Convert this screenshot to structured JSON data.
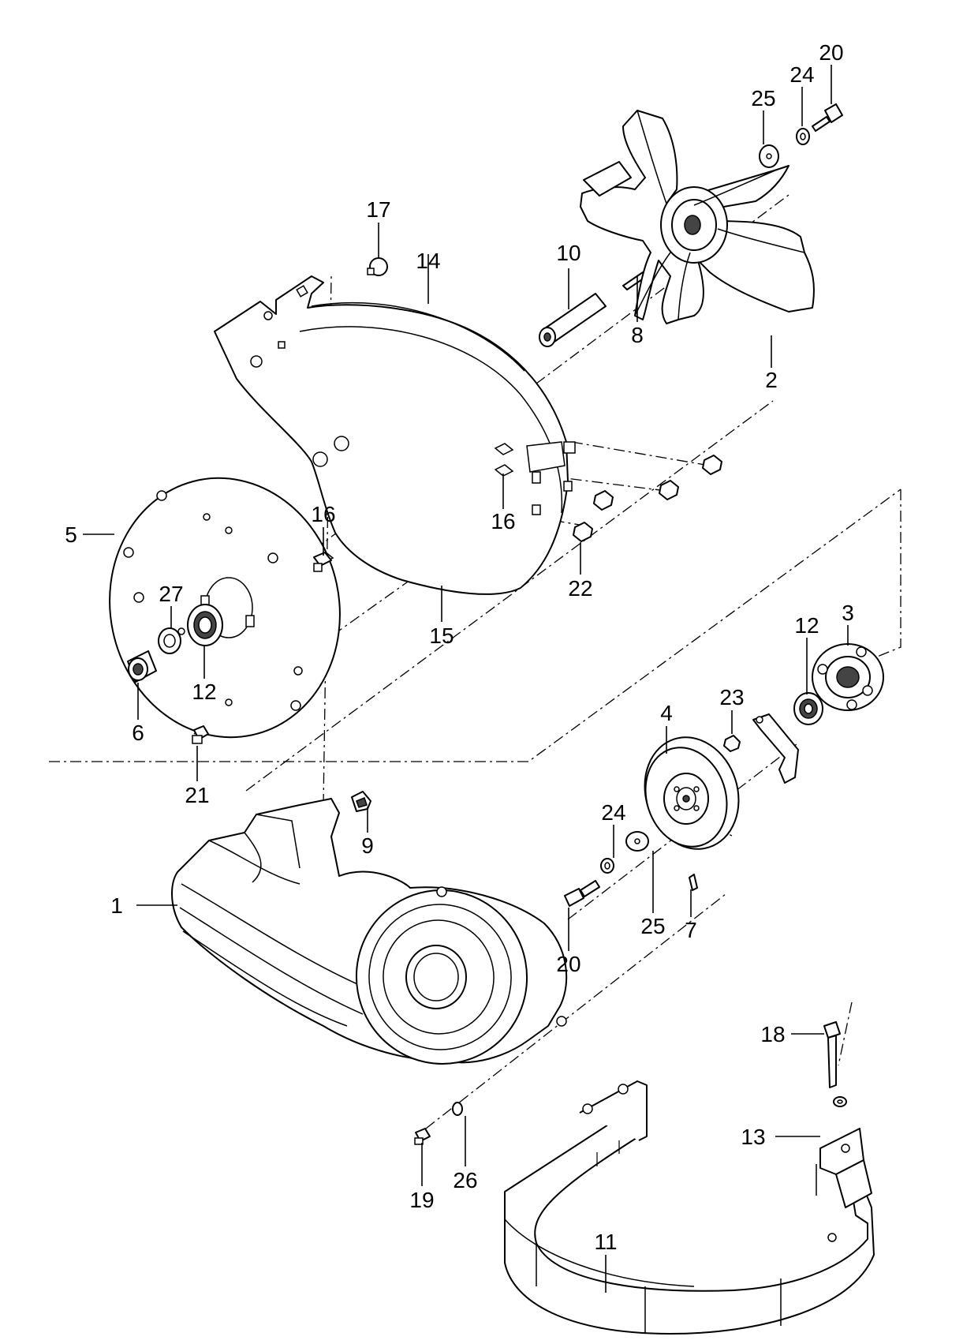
{
  "callouts": [
    {
      "id": "c1",
      "text": "1"
    },
    {
      "id": "c2",
      "text": "2"
    },
    {
      "id": "c3",
      "text": "3"
    },
    {
      "id": "c4",
      "text": "4"
    },
    {
      "id": "c5",
      "text": "5"
    },
    {
      "id": "c6",
      "text": "6"
    },
    {
      "id": "c7",
      "text": "7"
    },
    {
      "id": "c8",
      "text": "8"
    },
    {
      "id": "c9",
      "text": "9"
    },
    {
      "id": "c10",
      "text": "10"
    },
    {
      "id": "c11",
      "text": "11"
    },
    {
      "id": "c12a",
      "text": "12"
    },
    {
      "id": "c12b",
      "text": "12"
    },
    {
      "id": "c13",
      "text": "13"
    },
    {
      "id": "c14",
      "text": "14"
    },
    {
      "id": "c15",
      "text": "15"
    },
    {
      "id": "c16a",
      "text": "16"
    },
    {
      "id": "c16b",
      "text": "16"
    },
    {
      "id": "c17",
      "text": "17"
    },
    {
      "id": "c18",
      "text": "18"
    },
    {
      "id": "c19",
      "text": "19"
    },
    {
      "id": "c20a",
      "text": "20"
    },
    {
      "id": "c20b",
      "text": "20"
    },
    {
      "id": "c21",
      "text": "21"
    },
    {
      "id": "c22",
      "text": "22"
    },
    {
      "id": "c23",
      "text": "23"
    },
    {
      "id": "c24a",
      "text": "24"
    },
    {
      "id": "c24b",
      "text": "24"
    },
    {
      "id": "c25a",
      "text": "25"
    },
    {
      "id": "c25b",
      "text": "25"
    },
    {
      "id": "c26",
      "text": "26"
    },
    {
      "id": "c27",
      "text": "27"
    }
  ]
}
